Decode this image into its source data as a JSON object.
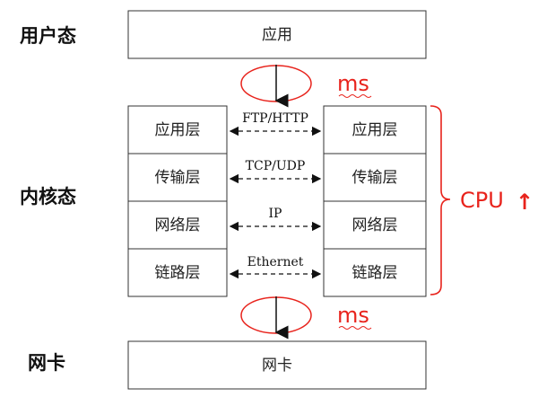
{
  "side_labels": {
    "user_space": "用户态",
    "kernel_space": "内核态",
    "nic": "网卡"
  },
  "top_box": "应用",
  "bottom_box": "网卡",
  "layers": [
    "应用层",
    "传输层",
    "网络层",
    "链路层"
  ],
  "protocols": [
    "FTP/HTTP",
    "TCP/UDP",
    "IP",
    "Ethernet"
  ],
  "latency_labels": [
    "ms",
    "ms"
  ],
  "cpu_label": "CPU",
  "cpu_arrow": "↑",
  "colors": {
    "accent": "#e8231c",
    "box_border": "#333333"
  }
}
